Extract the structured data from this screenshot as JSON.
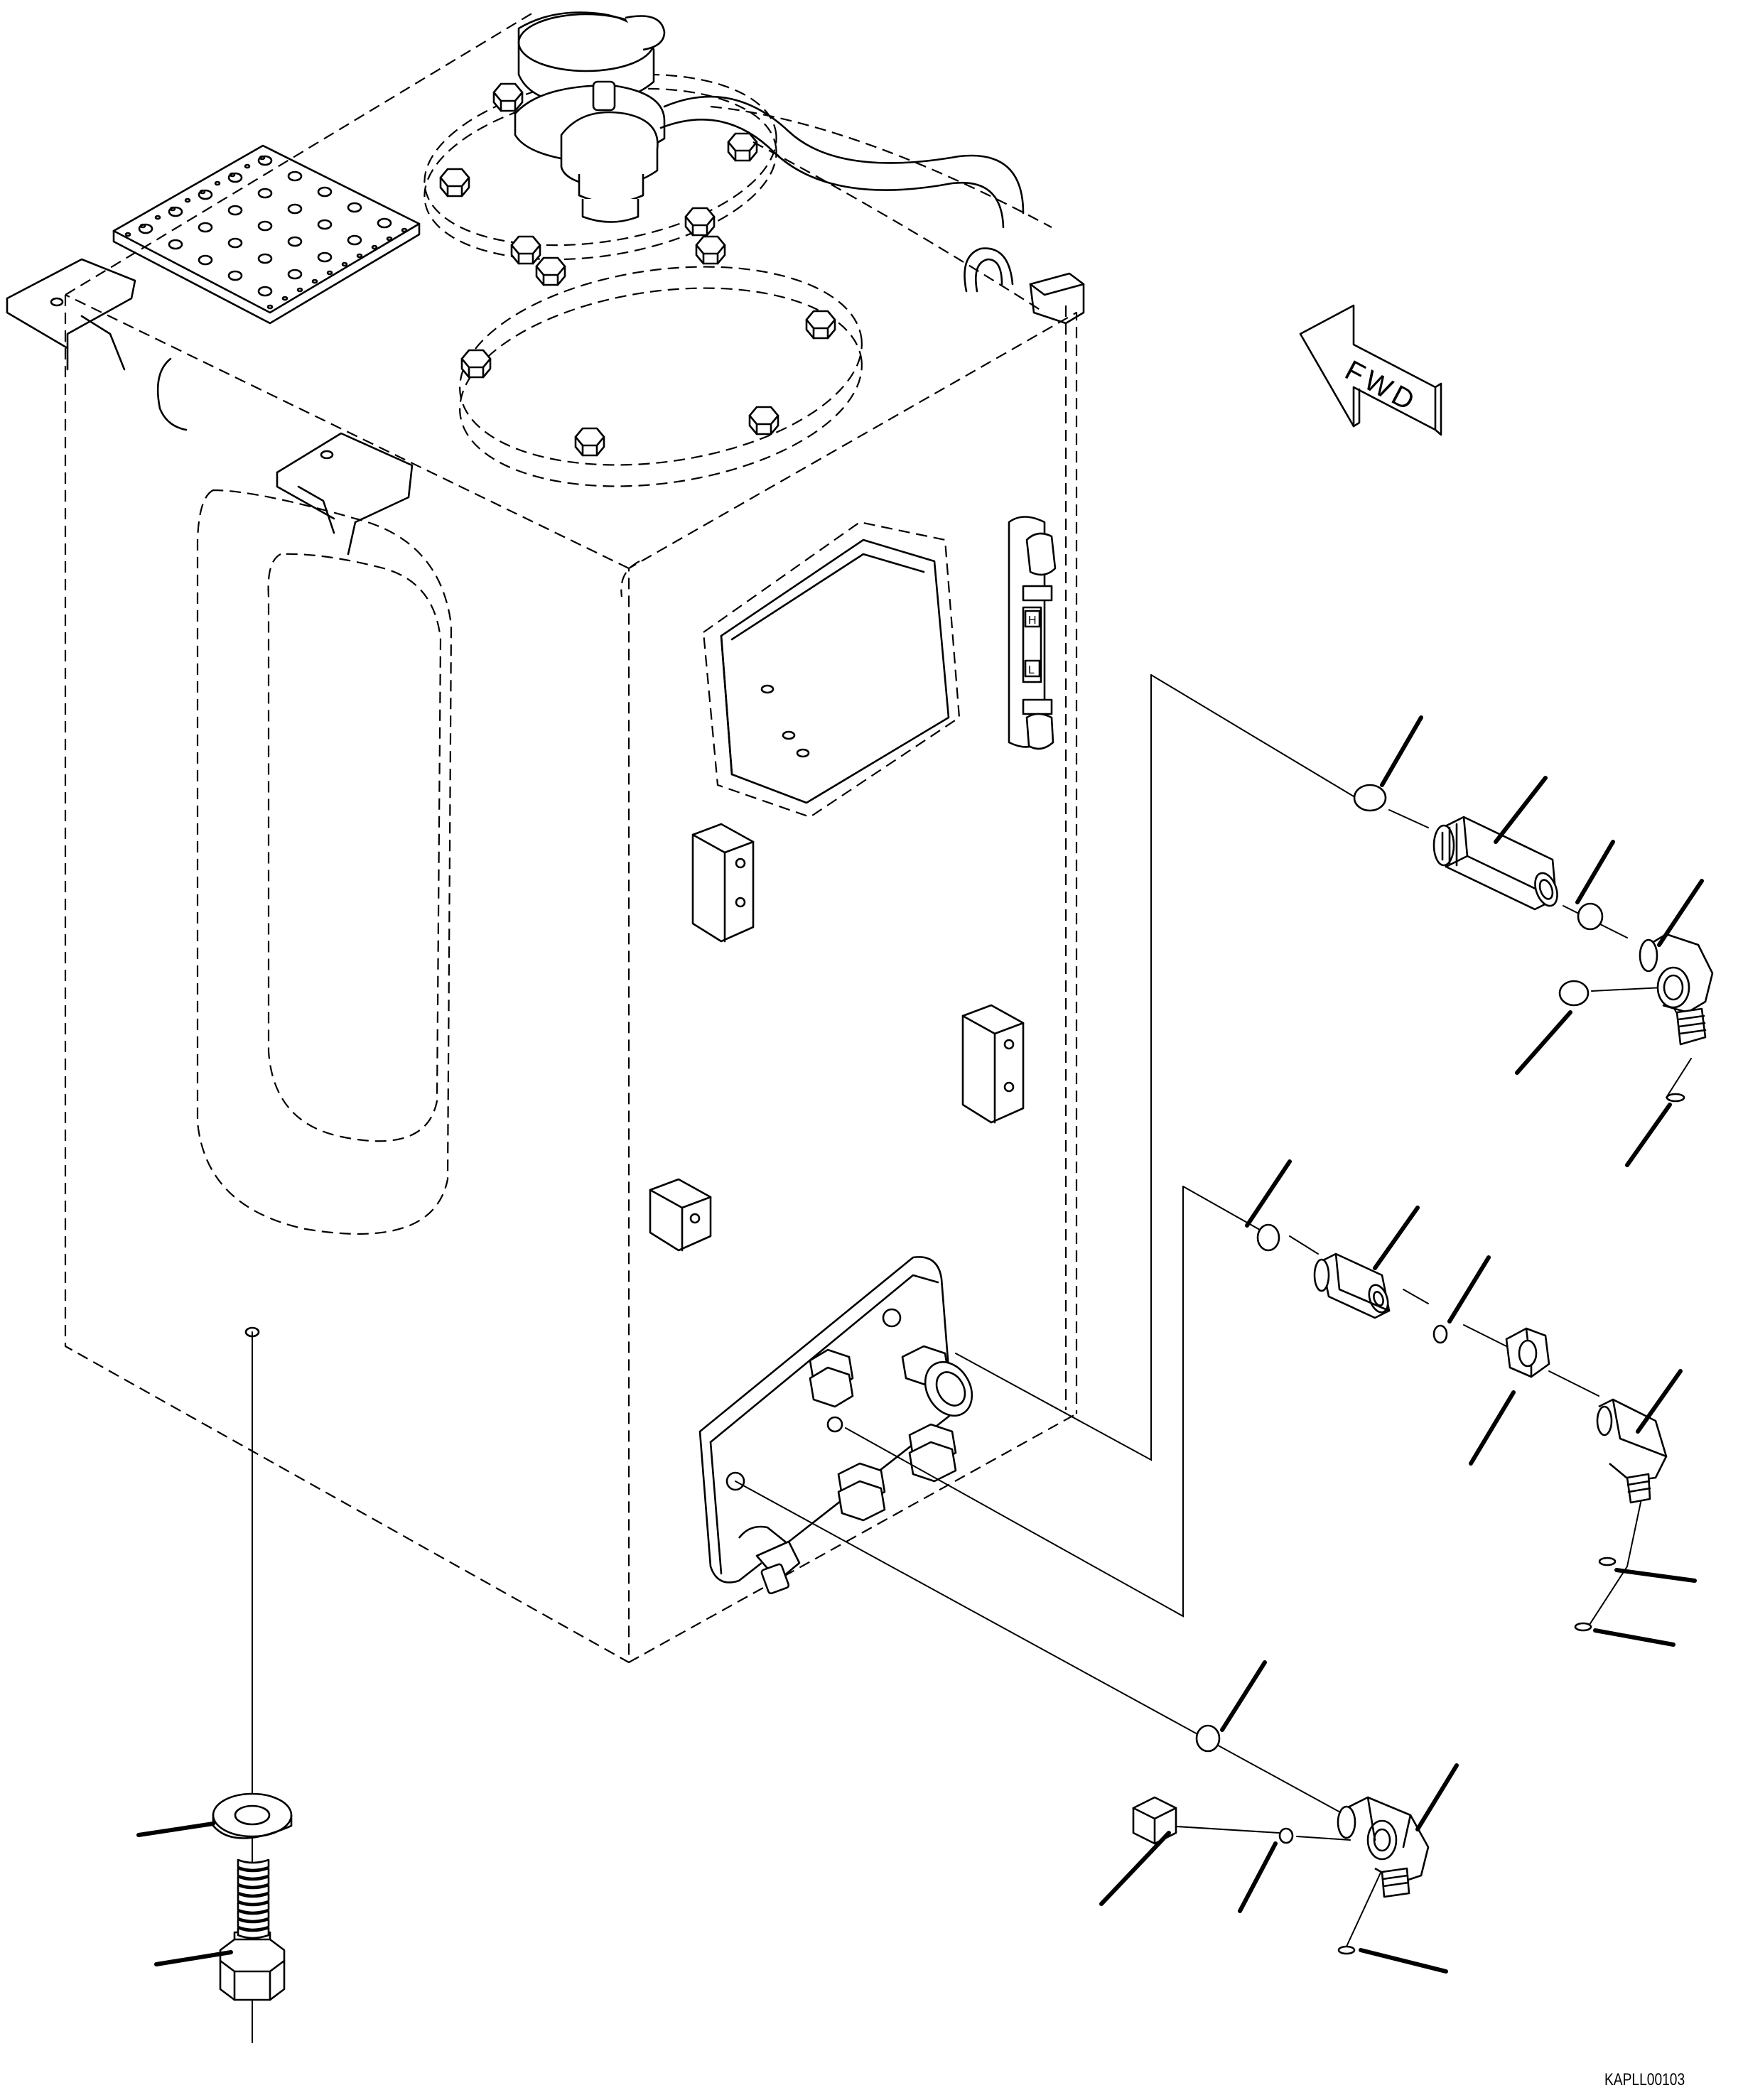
{
  "diagram": {
    "type": "exploded-parts-illustration",
    "subject": "hydraulic tank with fittings",
    "direction_arrow": {
      "label": "FWD"
    },
    "sight_gauge": {
      "high_mark": "H",
      "low_mark": "L"
    },
    "drawing_code": "KAPLL00103"
  }
}
